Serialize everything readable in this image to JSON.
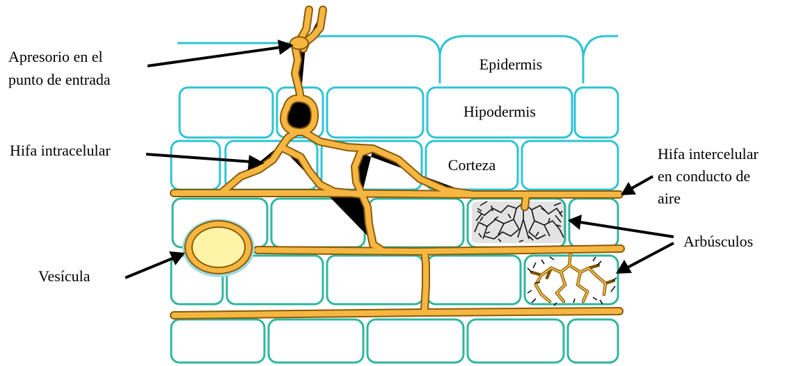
{
  "labels": {
    "appressorium_line1": "Apresorio en el",
    "appressorium_line2": "punto de entrada",
    "epidermis": "Epidermis",
    "hypodermis": "Hipodermis",
    "cortex": "Corteza",
    "intracellular_hypha": "Hifa intracelular",
    "intercellular_line1": "Hifa intercelular",
    "intercellular_line2": "en conducto de",
    "intercellular_line3": "aire",
    "arbuscules": "Arbúsculos",
    "vesicle": "Vesícula"
  },
  "colors": {
    "epidermis_outline": "#2ec3d6",
    "cortex_outline": "#2fb69e",
    "hypha_fill": "#f5b742",
    "hypha_edge": "#8a5a0a",
    "vesicle_fill": "#fff3a6",
    "vesicle_wall": "#f5b742",
    "arrow": "#000000"
  }
}
